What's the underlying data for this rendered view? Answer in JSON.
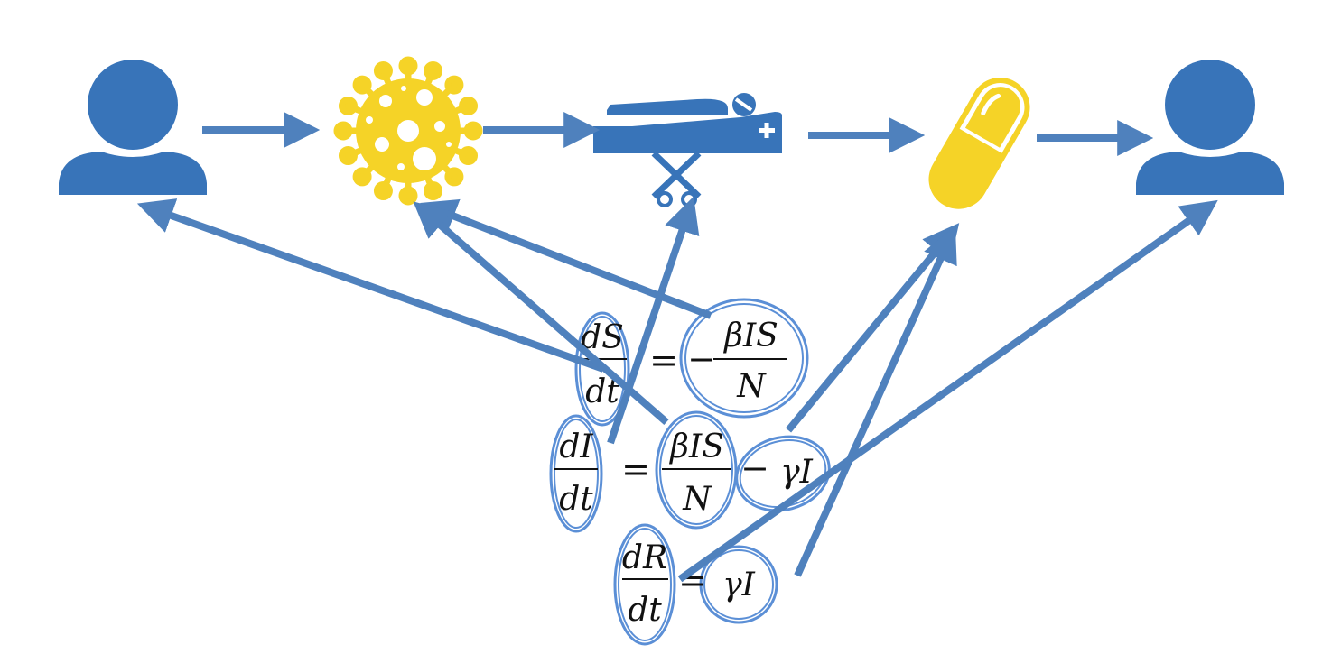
{
  "colors": {
    "blue": "#3874B9",
    "arrow_blue": "#4F81BD",
    "yellow": "#F5D327",
    "ellipse_fill": "#FFFFFF",
    "ellipse_stroke": "#5B8FD6"
  },
  "icons": [
    "susceptible-person-icon",
    "virus-icon",
    "hospital-stretcher-icon",
    "pill-capsule-icon",
    "recovered-person-icon"
  ],
  "equations": {
    "eq1": {
      "lhs_num": "dS",
      "lhs_den": "dt",
      "equals": "=",
      "minus": "−",
      "rhs_num": "βIS",
      "rhs_den": "N"
    },
    "eq2": {
      "lhs_num": "dI",
      "lhs_den": "dt",
      "equals": "=",
      "rhs_num": "βIS",
      "rhs_den": "N",
      "minus": "−",
      "term": "γI"
    },
    "eq3": {
      "lhs_num": "dR",
      "lhs_den": "dt",
      "equals": "=",
      "term": "γI"
    }
  }
}
